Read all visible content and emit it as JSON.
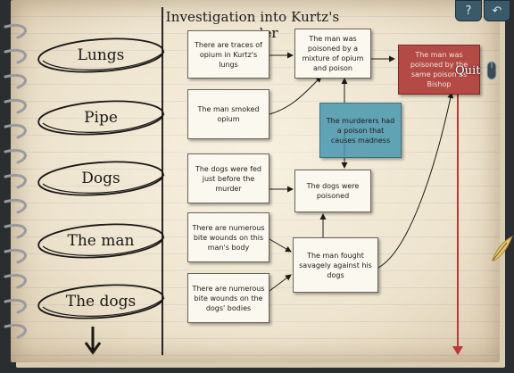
{
  "title": "Investigation into Kurtz's murder",
  "top_buttons": [
    {
      "name": "help-button",
      "icon": "question-icon"
    },
    {
      "name": "back-button",
      "icon": "back-arrow-icon"
    }
  ],
  "topics": [
    {
      "label": "Lungs"
    },
    {
      "label": "Pipe"
    },
    {
      "label": "Dogs"
    },
    {
      "label": "The man"
    },
    {
      "label": "The dogs"
    }
  ],
  "cards": {
    "opium_lungs": "There are traces of opium in Kurtz's lungs",
    "smoked_opium": "The man smoked opium",
    "dogs_fed": "The dogs were fed just before the murder",
    "bite_man": "There are numerous bite wounds on this man's body",
    "bite_dogs": "There are numerous bite wounds on the dogs' bodies",
    "poisoned_mixture": "The man was poisoned by a mixture of opium and poison",
    "murderers_poison": "The murderers had a poison that causes madness",
    "dogs_poisoned": "The dogs were poisoned",
    "fought_dogs": "The man fought savagely against his dogs",
    "poisoned_bishop": "The man was poisoned by the same poison as Bishop"
  },
  "quit_label": "Quit",
  "colors": {
    "paper": "#efe6d2",
    "ink": "#1e1b18",
    "red_card": "#b34a45",
    "blue_card": "#4696af",
    "red_line": "#b83a3a"
  }
}
